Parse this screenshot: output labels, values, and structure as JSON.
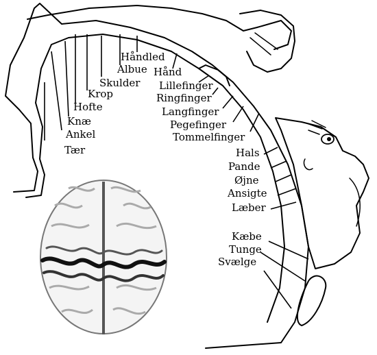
{
  "labels": {
    "haandled": "Håndled",
    "albue": "Albue",
    "haand": "Hånd",
    "skulder": "Skulder",
    "krop": "Krop",
    "lillefinger": "Lillefinger",
    "hofte": "Hofte",
    "ringfinger": "Ringfinger",
    "knae": "Knæ",
    "langfinger": "Langfinger",
    "ankel": "Ankel",
    "pegefinger": "Pegefinger",
    "taer": "Tær",
    "tommelfinger": "Tommelfinger",
    "hals": "Hals",
    "pande": "Pande",
    "ojne": "Øjne",
    "ansigte": "Ansigte",
    "laeber": "Læber",
    "kaebe": "Kæbe",
    "tunge": "Tunge",
    "svaelge": "Svælge"
  }
}
